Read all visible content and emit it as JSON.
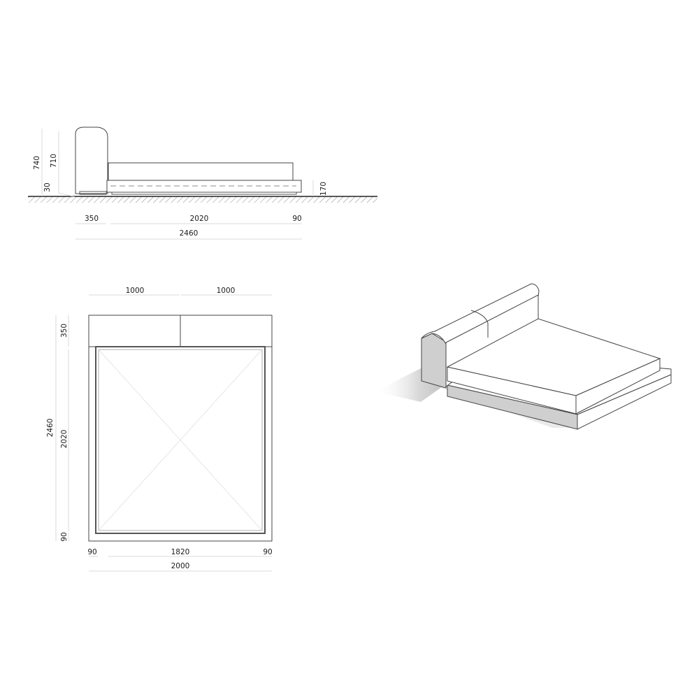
{
  "side_view": {
    "heights": {
      "total": "740",
      "headboard": "710",
      "gap": "30",
      "base": "170"
    },
    "lengths": {
      "headboard": "350",
      "mattress": "2020",
      "overhang": "90",
      "total": "2460"
    }
  },
  "plan_view": {
    "top": {
      "left_cushion": "1000",
      "right_cushion": "1000"
    },
    "left": {
      "total": "2460",
      "mattress": "2020",
      "headboard": "350",
      "foot": "90"
    },
    "bottom": {
      "left": "90",
      "mattress": "1820",
      "right": "90",
      "total": "2000"
    }
  },
  "perspective_view": {}
}
